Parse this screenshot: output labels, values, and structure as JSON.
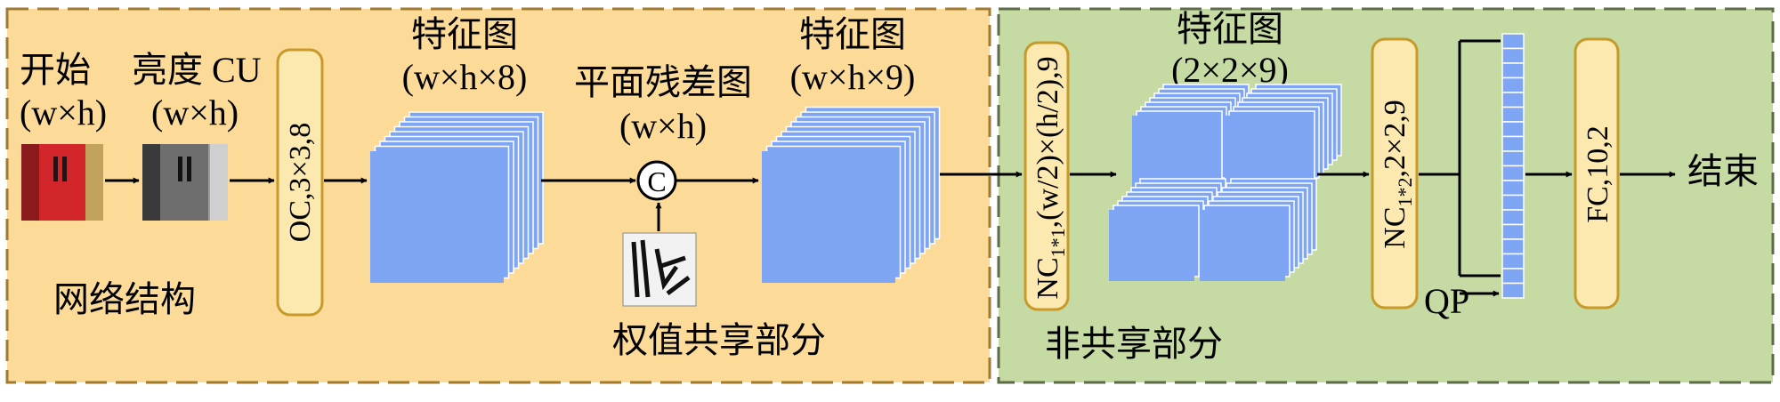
{
  "regions": {
    "shared": {
      "label": "权值共享部分",
      "network_label": "网络结构"
    },
    "unshared": {
      "label": "非共享部分"
    }
  },
  "inputs": {
    "start": {
      "name": "开始",
      "size": "(w×h)"
    },
    "luma": {
      "name": "亮度 CU",
      "size": "(w×h)"
    },
    "residual": {
      "name": "平面残差图",
      "size": "(w×h)"
    }
  },
  "layers": {
    "oc": "OC,3×3,8",
    "nc1": {
      "prefix": "NC",
      "sub": "1*1",
      "suffix": ",(w/2)×(h/2),9"
    },
    "nc2": {
      "prefix": "NC",
      "sub": "1*2",
      "suffix": ",2×2,9"
    },
    "fc": "FC,10,2"
  },
  "feature_maps": {
    "fm1": {
      "title": "特征图",
      "size": "(w×h×8)"
    },
    "fm2": {
      "title": "特征图",
      "size": "(w×h×9)"
    },
    "fm3": {
      "title": "特征图",
      "size": "(2×2×9)"
    }
  },
  "concat_symbol": "C",
  "qp_label": "QP",
  "end_label": "结束",
  "colors": {
    "shared_bg": "#FCDB98",
    "unshared_bg": "#C6DBA4",
    "layer_box": "#FCE9B0",
    "layer_border": "#C79A2A",
    "cube": "#7FA6F5",
    "cube_edge": "#5C87E0"
  }
}
